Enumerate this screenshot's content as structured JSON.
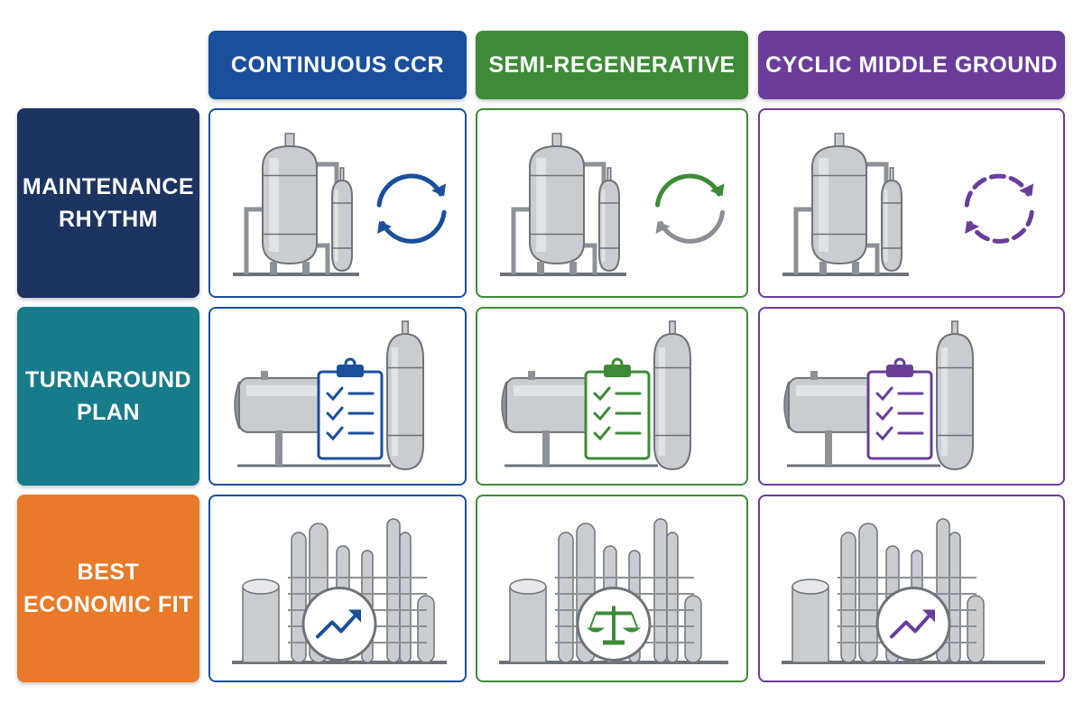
{
  "columns": [
    {
      "label": "CONTINUOUS CCR",
      "color": "#1a4f9c",
      "accent": "#1a4f9c"
    },
    {
      "label": "SEMI-REGENERATIVE",
      "color": "#3d8b37",
      "accent": "#3d8b37"
    },
    {
      "label": "CYCLIC MIDDLE GROUND",
      "color": "#6a3d9a",
      "accent": "#6a3d9a"
    }
  ],
  "rows": [
    {
      "line1": "MAINTENANCE",
      "line2": "RHYTHM",
      "color": "#1d3461",
      "icon": "vessel-with-cycle-arrows-icon"
    },
    {
      "line1": "TURNAROUND",
      "line2": "PLAN",
      "color": "#177b8a",
      "icon": "heat-exchanger-checklist-icon"
    },
    {
      "line1": "BEST",
      "line2": "ECONOMIC FIT",
      "color": "#e87a29",
      "icon": "refinery-badge-icon"
    }
  ],
  "badges": [
    "trend-up-icon",
    "balance-scale-icon",
    "trend-up-icon"
  ]
}
